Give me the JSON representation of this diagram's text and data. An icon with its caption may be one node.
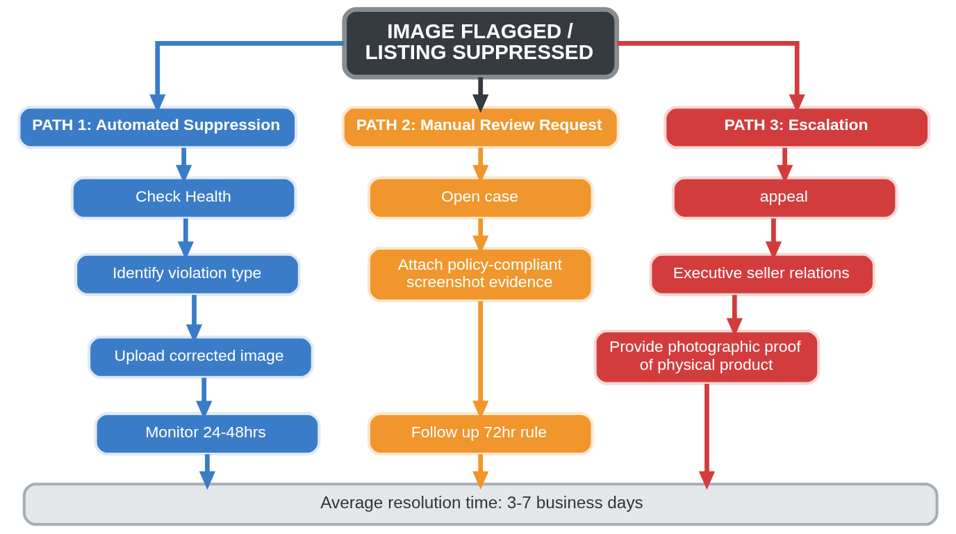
{
  "diagram": {
    "nodes": [
      {
        "text": [
          "IMAGE FLAGGED / LISTING SUPPRESSED"
        ]
      },
      {
        "text": [
          "PATH 1: Automated Suppression"
        ]
      },
      {
        "text": [
          "Check Health"
        ]
      },
      {
        "text": [
          "Identify violation type"
        ]
      },
      {
        "text": [
          "Upload corrected image"
        ]
      },
      {
        "text": [
          "Monitor 24-48hrs"
        ]
      },
      {
        "text": [
          "PATH 2: Manual Review Request"
        ]
      },
      {
        "text": [
          "Open case"
        ]
      },
      {
        "text": [
          "Attach policy-compliant screenshot evidence"
        ]
      },
      {
        "text": [
          "Follow up 72hr rule"
        ]
      },
      {
        "text": [
          "PATH 3: Escalation"
        ]
      },
      {
        "text": [
          "appeal"
        ]
      },
      {
        "text": [
          "Executive seller relations"
        ]
      },
      {
        "text": [
          "Provide photographic proof of physical product"
        ]
      },
      {
        "text": [
          "Average resolution time: 3-7 business days"
        ]
      }
    ],
    "edges": [
      {
        "from": 0,
        "to": 1,
        "arrow": "to",
        "color": "#3a7cc7"
      },
      {
        "from": 0,
        "to": 6,
        "arrow": "to",
        "color": "#353b41"
      },
      {
        "from": 0,
        "to": 10,
        "arrow": "to",
        "color": "#d33c3c"
      },
      {
        "from": 1,
        "to": 2,
        "arrow": "to",
        "color": "#3a7cc7"
      },
      {
        "from": 2,
        "to": 3,
        "arrow": "to",
        "color": "#3a7cc7"
      },
      {
        "from": 3,
        "to": 4,
        "arrow": "to",
        "color": "#3a7cc7"
      },
      {
        "from": 4,
        "to": 5,
        "arrow": "to",
        "color": "#3a7cc7"
      },
      {
        "from": 5,
        "to": 14,
        "arrow": "to",
        "color": "#3a7cc7"
      },
      {
        "from": 6,
        "to": 7,
        "arrow": "to",
        "color": "#f0962c"
      },
      {
        "from": 7,
        "to": 8,
        "arrow": "to",
        "color": "#f0962c"
      },
      {
        "from": 8,
        "to": 9,
        "arrow": "to",
        "color": "#f0962c"
      },
      {
        "from": 9,
        "to": 14,
        "arrow": "to",
        "color": "#f0962c"
      },
      {
        "from": 10,
        "to": 11,
        "arrow": "to",
        "color": "#d33c3c"
      },
      {
        "from": 11,
        "to": 12,
        "arrow": "to",
        "color": "#d33c3c"
      },
      {
        "from": 12,
        "to": 13,
        "arrow": "to",
        "color": "#d33c3c"
      },
      {
        "from": 13,
        "to": 14,
        "arrow": "to",
        "color": "#d33c3c"
      }
    ]
  }
}
